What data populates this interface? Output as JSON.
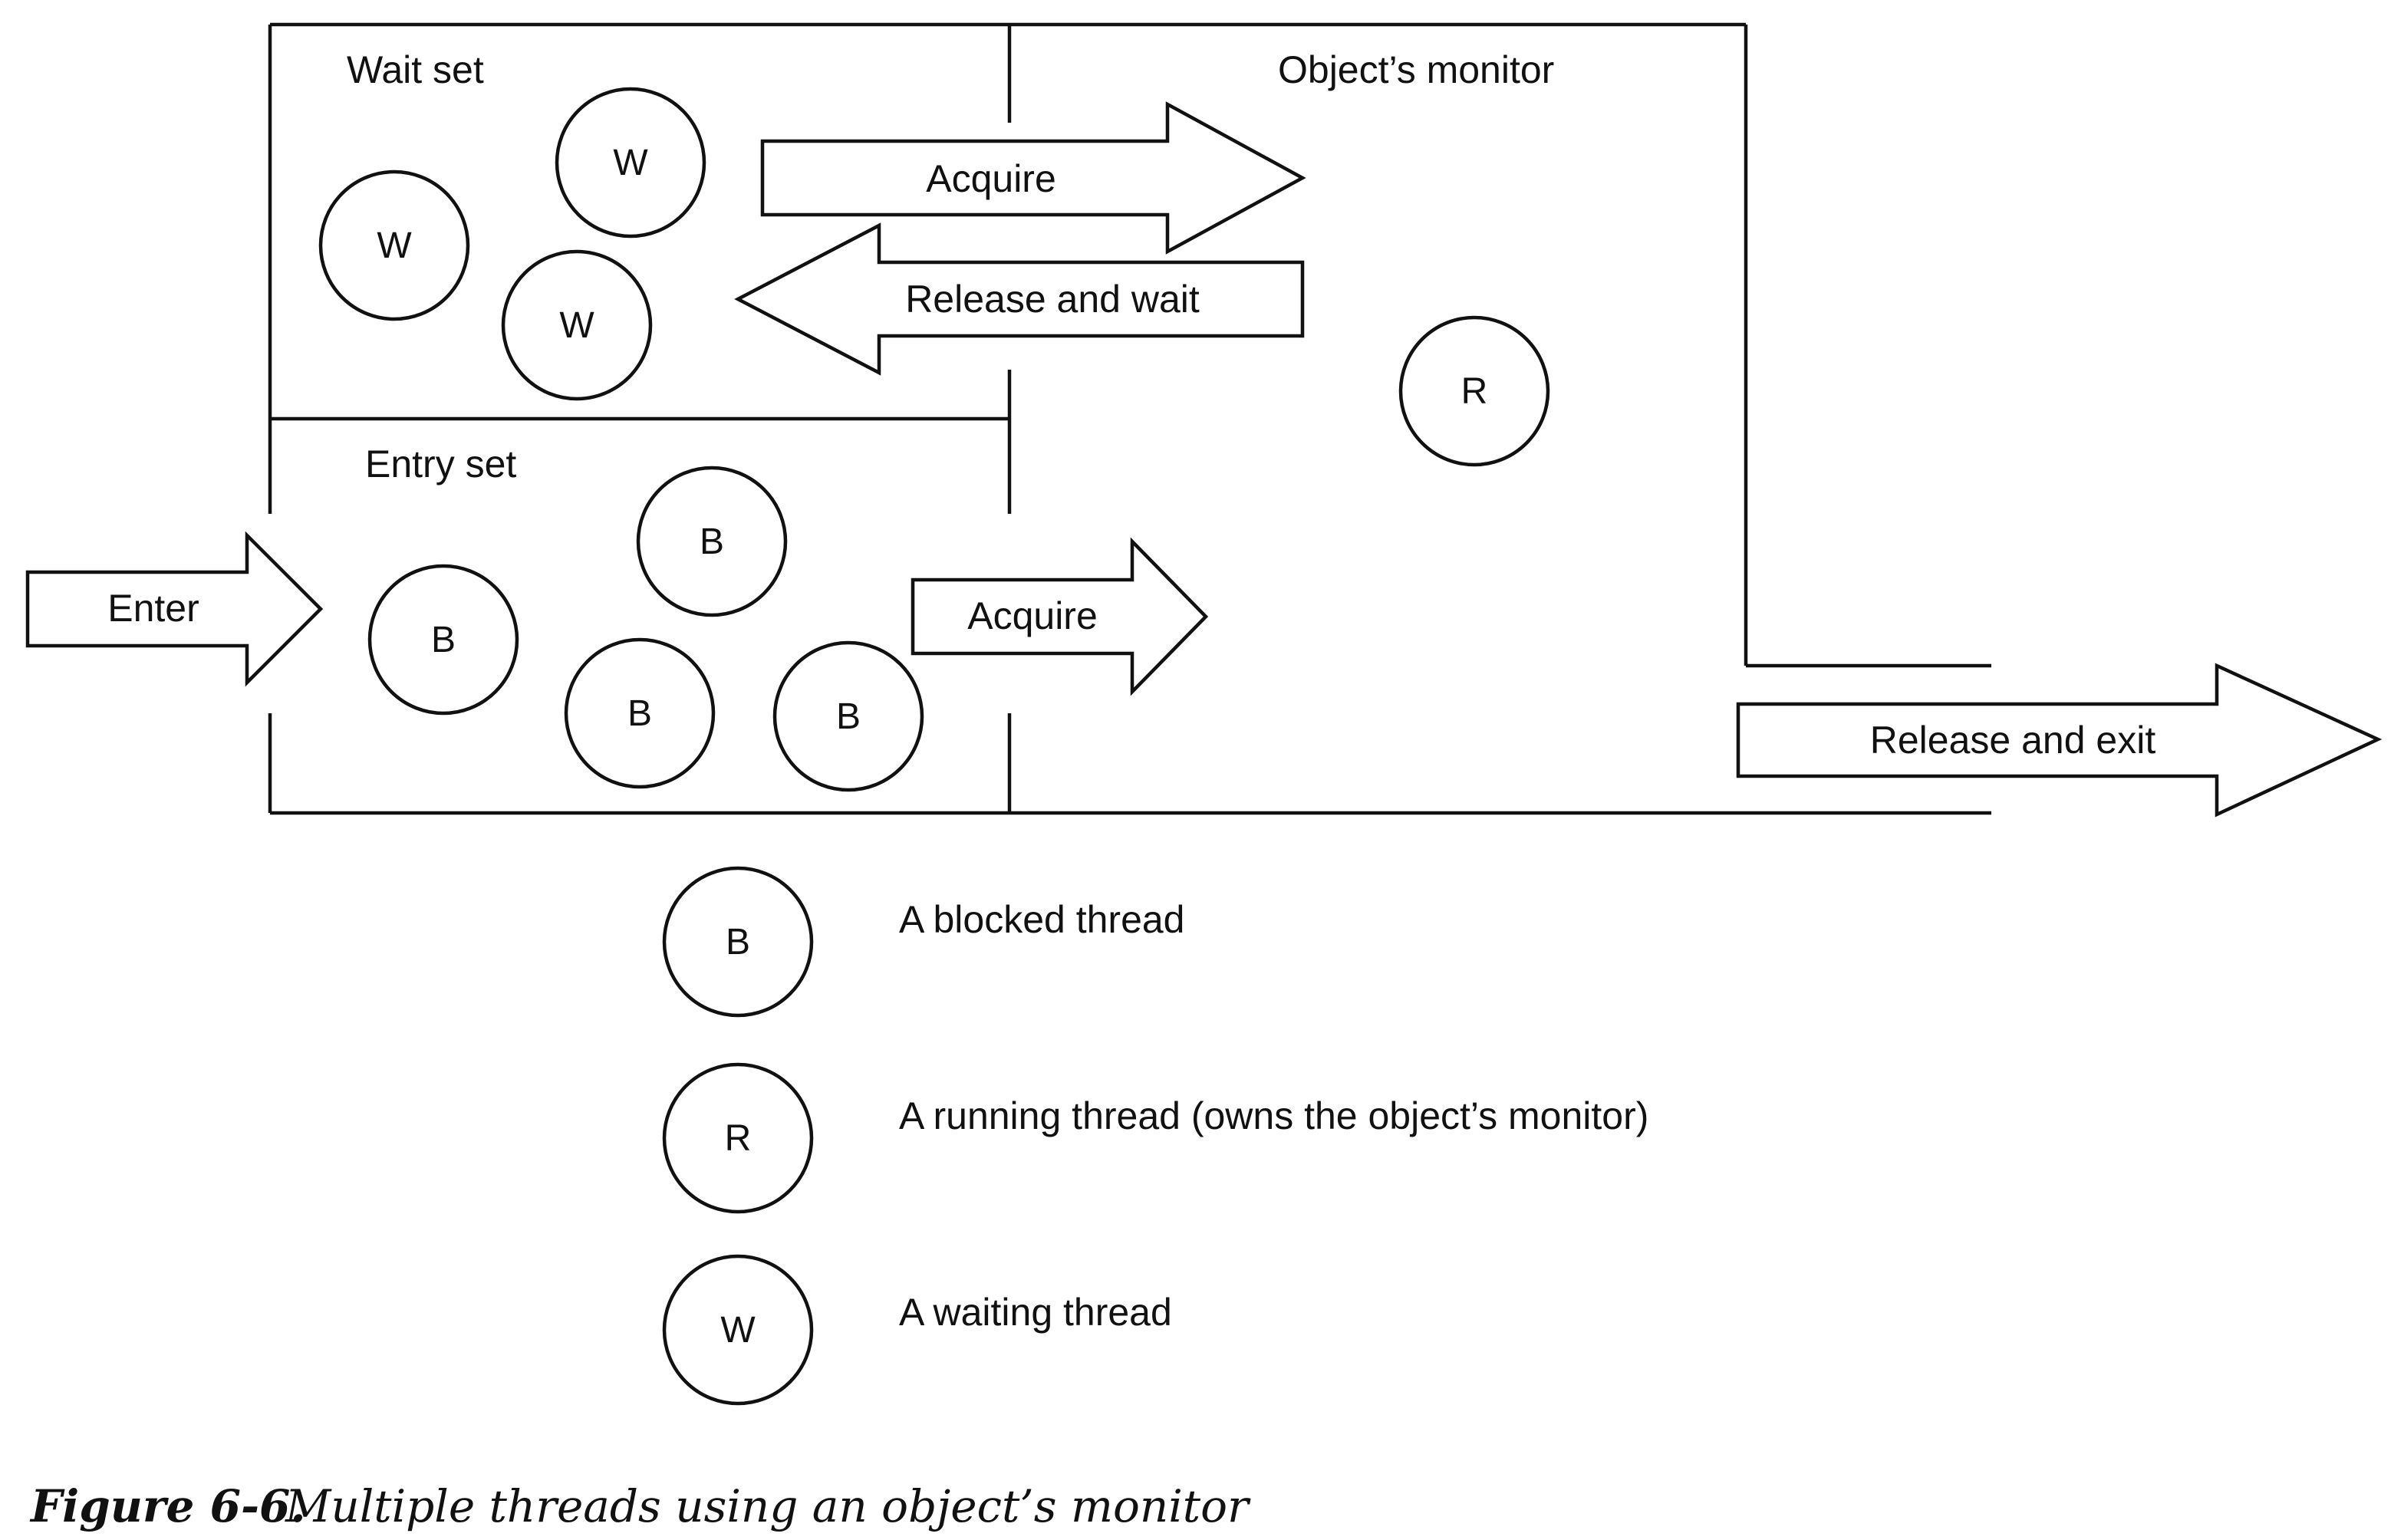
{
  "regions": {
    "wait_set": "Wait set",
    "entry_set": "Entry set",
    "monitor": "Object’s monitor"
  },
  "arrows": {
    "acquire_from_wait": "Acquire",
    "release_and_wait": "Release and wait",
    "enter": "Enter",
    "acquire_from_entry": "Acquire",
    "release_and_exit": "Release and exit"
  },
  "threads": {
    "waiting": [
      "W",
      "W",
      "W"
    ],
    "blocked": [
      "B",
      "B",
      "B",
      "B"
    ],
    "running": "R"
  },
  "legend": [
    {
      "symbol": "B",
      "text": "A blocked thread"
    },
    {
      "symbol": "R",
      "text": "A running thread (owns the object’s monitor)"
    },
    {
      "symbol": "W",
      "text": "A waiting thread"
    }
  ],
  "caption": {
    "number": "Figure 6-6.",
    "text": "Multiple threads using an object’s monitor"
  }
}
